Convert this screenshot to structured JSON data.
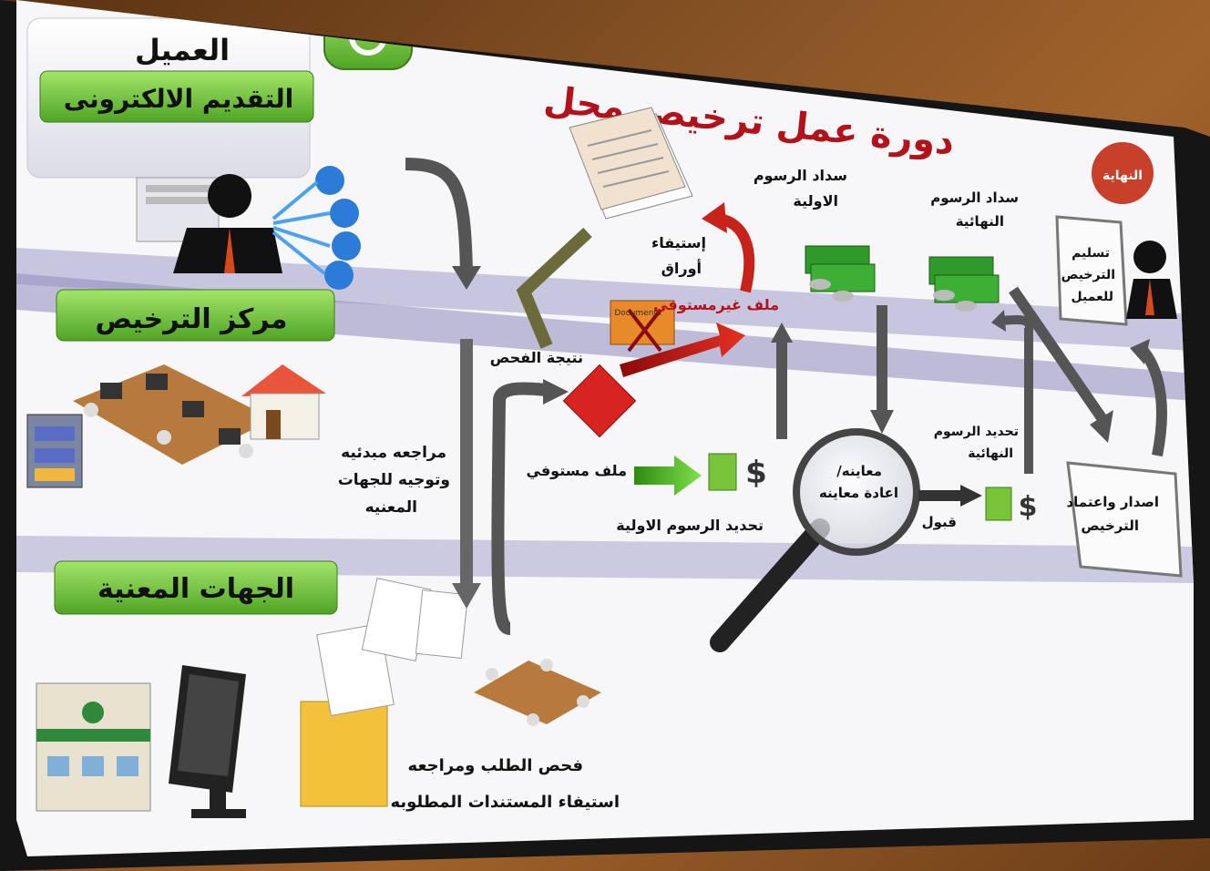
{
  "title": "دورة عمل ترخيص محل",
  "end_badge": "النهاية",
  "lanes": {
    "customer": "العميل",
    "e_submission": "التقديم الالكترونى",
    "licensing_center": "مركز الترخيص",
    "authorities": "الجهات المعنية"
  },
  "labels": {
    "initial_review_1": "مراجعه مبدئيه",
    "initial_review_2": "وتوجيه للجهات",
    "initial_review_3": "المعنيه",
    "exam_result": "نتيجة الفحص",
    "complete_docs_1": "إستيفاء",
    "complete_docs_2": "أوراق",
    "incomplete_file": "ملف غيرمستوفي",
    "complete_file": "ملف مستوفي",
    "initial_fees": "تحديد الرسوم الاولية",
    "pay_initial_1": "سداد الرسوم",
    "pay_initial_2": "الاولية",
    "pay_final_1": "سداد الرسوم",
    "pay_final_2": "النهائية",
    "inspection_1": "/معاينه",
    "inspection_2": "اعادة معاينه",
    "acceptance": "قبول",
    "final_fees_1": "تحديد الرسوم",
    "final_fees_2": "النهائية",
    "issue_1": "اصدار واعتماد",
    "issue_2": "الترخيص",
    "deliver_1": "تسليم",
    "deliver_2": "الترخيص",
    "deliver_3": "للعميل",
    "review_1": "فحص الطلب ومراجعه",
    "review_2": "استيفاء المستندات المطلوبه",
    "documents_folder": "Documents"
  },
  "colors": {
    "title_red": "#b3121a",
    "lane_green": "#6cc43a",
    "diamond_red": "#d8241e",
    "band_purple": "#9a9ac4"
  }
}
